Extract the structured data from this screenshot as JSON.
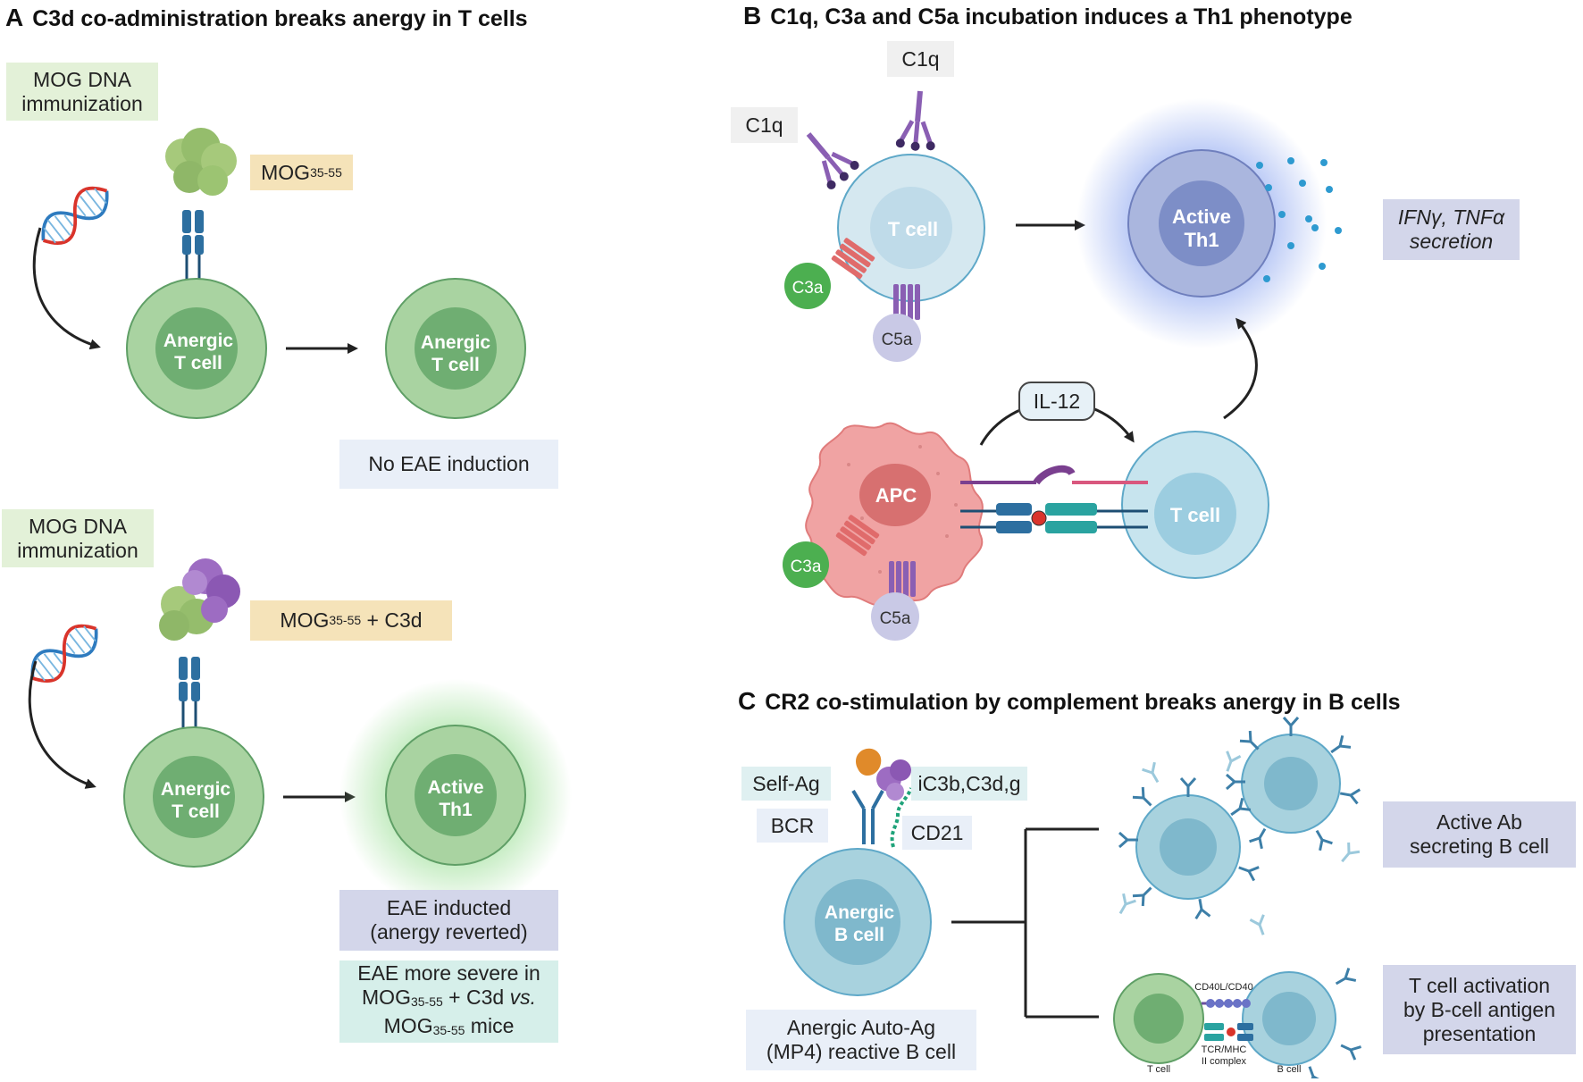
{
  "panel_a": {
    "letter": "A",
    "title": "C3d co-administration breaks anergy in T cells",
    "immunization_top": [
      "MOG DNA",
      "immunization"
    ],
    "immunization_bottom": [
      "MOG DNA",
      "immunization"
    ],
    "antigen_top": {
      "main": "MOG",
      "sub": "35-55"
    },
    "antigen_bottom": {
      "main": "MOG",
      "sub": "35-55",
      "suffix": " + C3d"
    },
    "cell_anergic_line1": "Anergic",
    "cell_anergic_line2": "T cell",
    "cell_active_line1": "Active",
    "cell_active_line2": "Th1",
    "no_eae": "No EAE induction",
    "eae_inducted": [
      "EAE inducted",
      "(anergy reverted)"
    ],
    "eae_severe": {
      "line1": "EAE more severe in",
      "line2_a": "MOG",
      "line2_sub": "35-55",
      "line2_b": " + C3d ",
      "line2_vs": "vs.",
      "line3_a": "MOG",
      "line3_sub": "35-55",
      "line3_b": " mice"
    }
  },
  "panel_b": {
    "letter": "B",
    "title": "C1q, C3a and C5a incubation induces a Th1 phenotype",
    "c1q_top": "C1q",
    "c1q_left": "C1q",
    "c3a": "C3a",
    "c5a": "C5a",
    "t_cell": "T cell",
    "active_line1": "Active",
    "active_line2": "Th1",
    "secretion": [
      "IFNγ, TNFα",
      "secretion"
    ],
    "il12": "IL-12",
    "apc": "APC",
    "t_cell_bottom": "T cell",
    "c3a_bottom": "C3a",
    "c5a_bottom": "C5a"
  },
  "panel_c": {
    "letter": "C",
    "title": "CR2 co-stimulation by complement breaks anergy in B cells",
    "self_ag": "Self-Ag",
    "ic3b": "iC3b,C3d,g",
    "bcr": "BCR",
    "cd21": "CD21",
    "anergic_line1": "Anergic",
    "anergic_line2": "B cell",
    "anergic_caption": [
      "Anergic Auto-Ag",
      "(MP4) reactive B cell"
    ],
    "active_ab": [
      "Active Ab",
      "secreting B cell"
    ],
    "t_activation": [
      "T cell activation",
      "by B-cell antigen",
      "presentation"
    ],
    "cd40": "CD40L/CD40",
    "tcr_mhc": [
      "TCR/MHC",
      "II complex"
    ],
    "small_t_cell": "T cell",
    "small_b_cell": "B cell"
  },
  "colors": {
    "t_cell_green": "#a9d3a1",
    "t_cell_green_dark": "#5f9f66",
    "t_cell_blue": "#c7e4ee",
    "b_cell_blue": "#a8d2de",
    "th1_blue": "#8d9ccb",
    "apc_red": "#f0a3a3",
    "c3a_green": "#4caf50",
    "c5a_lav": "#c9c9e6",
    "receptor_blue": "#2d6fa0"
  }
}
